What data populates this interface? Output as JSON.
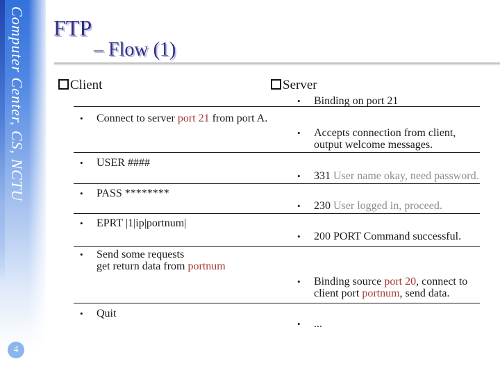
{
  "slide": {
    "sidebar_text": "Computer Center, CS, NCTU",
    "page_number": "4",
    "title": "FTP",
    "subtitle": "– Flow (1)"
  },
  "sections": {
    "client_label": "Client",
    "server_label": "Server"
  },
  "glyphs": {
    "bullet": "•"
  },
  "colors": {
    "sidebar_blue_top": "#3372dc",
    "sidebar_edge_blue": "#1f45b0",
    "title_navy": "#2e2e8a",
    "accent_red": "#a83838",
    "muted_gray": "#8c8c8c",
    "page_badge_blue": "#8cb5e9",
    "separator_black": "#1a1a1a"
  },
  "flow": {
    "items": [
      {
        "side": "server",
        "lines": [
          [
            {
              "t": "Binding on port 21",
              "c": ""
            }
          ]
        ]
      },
      {
        "side": "client",
        "lines": [
          [
            {
              "t": "Connect to server ",
              "c": ""
            },
            {
              "t": "port 21",
              "c": "red"
            },
            {
              "t": " from port A.",
              "c": ""
            }
          ]
        ]
      },
      {
        "side": "server",
        "lines": [
          [
            {
              "t": "Accepts connection from client,",
              "c": ""
            }
          ],
          [
            {
              "t": "output welcome messages.",
              "c": ""
            }
          ]
        ]
      },
      {
        "side": "client",
        "lines": [
          [
            {
              "t": "USER ####",
              "c": ""
            }
          ]
        ]
      },
      {
        "side": "server",
        "lines": [
          [
            {
              "t": "331 ",
              "c": ""
            },
            {
              "t": "User name okay, need password.",
              "c": "gray"
            }
          ]
        ]
      },
      {
        "side": "client",
        "lines": [
          [
            {
              "t": "PASS ********",
              "c": ""
            }
          ]
        ]
      },
      {
        "side": "server",
        "lines": [
          [
            {
              "t": "230 ",
              "c": ""
            },
            {
              "t": "User logged in, proceed.",
              "c": "gray"
            }
          ]
        ]
      },
      {
        "side": "client",
        "lines": [
          [
            {
              "t": "EPRT |1|ip|portnum|",
              "c": ""
            }
          ]
        ]
      },
      {
        "side": "server",
        "lines": [
          [
            {
              "t": "200 PORT Command successful.",
              "c": ""
            }
          ]
        ]
      },
      {
        "side": "client",
        "lines": [
          [
            {
              "t": "Send some requests",
              "c": ""
            }
          ],
          [
            {
              "t": "get return data from ",
              "c": ""
            },
            {
              "t": "portnum",
              "c": "red"
            }
          ]
        ]
      },
      {
        "side": "server",
        "lines": [
          [
            {
              "t": "Binding source ",
              "c": ""
            },
            {
              "t": "port 20",
              "c": "red"
            },
            {
              "t": ", connect to",
              "c": ""
            }
          ],
          [
            {
              "t": "client port ",
              "c": ""
            },
            {
              "t": "portnum",
              "c": "red"
            },
            {
              "t": ", send data.",
              "c": ""
            }
          ]
        ]
      },
      {
        "side": "client",
        "lines": [
          [
            {
              "t": "Quit",
              "c": ""
            }
          ]
        ]
      },
      {
        "side": "server",
        "lines": [
          [
            {
              "t": "...",
              "c": ""
            }
          ]
        ]
      }
    ]
  }
}
